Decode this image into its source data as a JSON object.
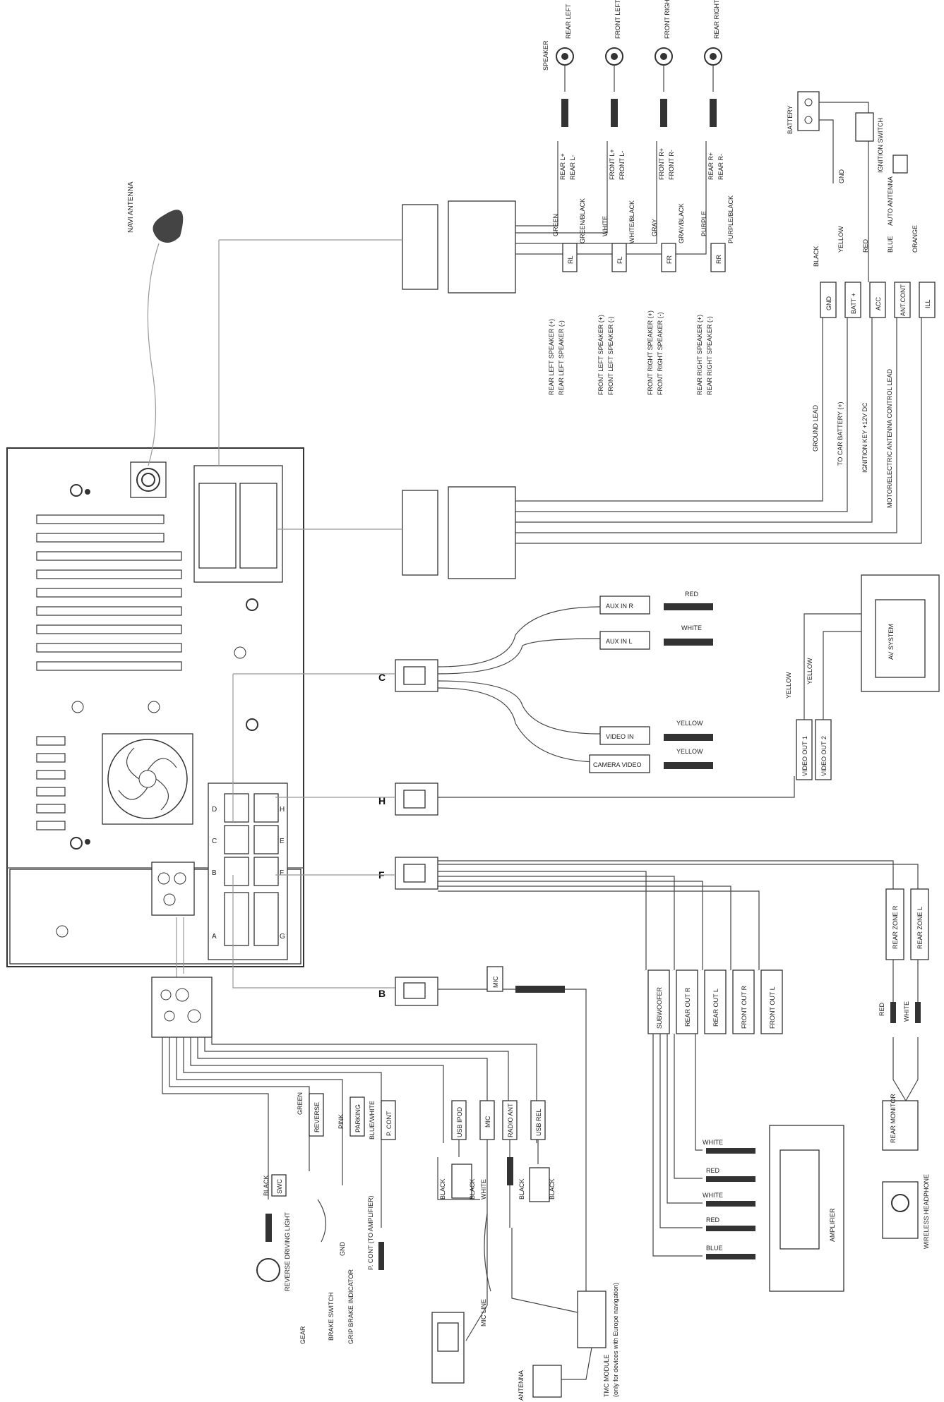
{
  "speakers": {
    "speaker_label": "SPEAKER",
    "names": [
      "REAR LEFT",
      "FRONT LEFT",
      "FRONT RIGHT",
      "REAR RIGHT"
    ],
    "pins": [
      [
        "REAR L+",
        "REAR L-"
      ],
      [
        "FRONT L+",
        "FRONT L-"
      ],
      [
        "FRONT R+",
        "FRONT R-"
      ],
      [
        "REAR R+",
        "REAR R-"
      ]
    ],
    "wires": [
      [
        "GREEN",
        "GREEN/BLACK"
      ],
      [
        "WHITE",
        "WHITE/BLACK"
      ],
      [
        "GRAY",
        "GRAY/BLACK"
      ],
      [
        "PURPLE",
        "PURPLE/BLACK"
      ]
    ],
    "tags": [
      "RL",
      "FL",
      "FR",
      "RR"
    ],
    "leads": [
      [
        "REAR LEFT SPEAKER (+)",
        "REAR LEFT SPEAKER (-)"
      ],
      [
        "FRONT LEFT SPEAKER (+)",
        "FRONT LEFT SPEAKER (-)"
      ],
      [
        "FRONT RIGHT SPEAKER (+)",
        "FRONT RIGHT SPEAKER (-)"
      ],
      [
        "REAR RIGHT SPEAKER (+)",
        "REAR RIGHT SPEAKER (-)"
      ]
    ]
  },
  "power": {
    "battery": "BATTERY",
    "gnd": "GND",
    "ignition": "IGNITION SWITCH",
    "auto_antenna": "AUTO ANTENNA",
    "wires": [
      "BLACK",
      "YELLOW",
      "RED",
      "BLUE",
      "ORANGE"
    ],
    "tags": [
      "GND",
      "BATT +",
      "ACC",
      "ANT.CONT",
      "ILL"
    ],
    "leads": [
      "GROUND LEAD",
      "TO CAR BATTERY (+)",
      "IGNITION KEY +12V DC",
      "MOTOR/ELECTRIC ANTENNA CONTROL LEAD"
    ]
  },
  "navi_antenna": "NAVI ANTENNA",
  "av_inputs": {
    "tags": [
      "AUX IN R",
      "AUX IN L",
      "VIDEO IN",
      "CAMERA VIDEO"
    ],
    "colors": [
      "RED",
      "WHITE",
      "YELLOW",
      "YELLOW"
    ]
  },
  "connectors": {
    "c": "C",
    "h": "H",
    "f": "F",
    "b": "B"
  },
  "port_letters": [
    "D",
    "C",
    "B",
    "A",
    "H",
    "E",
    "F",
    "G"
  ],
  "av_system": {
    "label": "AV SYSTEM",
    "outs": [
      "VIDEO OUT 1",
      "VIDEO OUT 2"
    ],
    "colors": [
      "YELLOW",
      "YELLOW"
    ]
  },
  "rear_zone": {
    "tags": [
      "REAR ZONE R",
      "REAR ZONE L"
    ],
    "colors": [
      "RED",
      "WHITE"
    ],
    "monitor": "REAR MONITOR",
    "headphone": "WIRELESS HEADPHONE"
  },
  "line_outs": {
    "tags": [
      "SUBWOOFER",
      "REAR OUT R",
      "REAR OUT L",
      "FRONT OUT R",
      "FRONT OUT L"
    ],
    "colors": [
      "WHITE",
      "RED",
      "WHITE",
      "RED",
      "BLUE"
    ],
    "amplifier": "AMPLIFIER"
  },
  "mic": {
    "tag": "MIC"
  },
  "control": {
    "wires": [
      "BLACK",
      "GREEN",
      "PINK",
      "BLUE/WHITE"
    ],
    "tags": [
      "SWC",
      "REVERSE",
      "PARKING",
      "P. CONT"
    ],
    "reverse_light": "REVERSE DRIVING LIGHT",
    "gear": "GEAR",
    "brake_switch": "BRAKE SWITCH",
    "gnd": "GND",
    "grip_brake": "GRIP BRAKE INDICATOR",
    "p_cont_note": "P. CONT (TO AMPLIFIER)"
  },
  "usb": {
    "tags": [
      "USB IPOD",
      "MIC",
      "RADIO ANT",
      "USB REL"
    ],
    "wire_black_1": "BLACK",
    "wire_black_2": "BLACK",
    "wire_white": "WHITE",
    "wire_black_3": "BLACK",
    "wire_black_4": "BLACK",
    "mic_line": "MIC LINE"
  },
  "tmc": {
    "module": "TMC MODULE",
    "note": "(only for devices with Europe navigation)",
    "antenna": "ANTENNA"
  }
}
